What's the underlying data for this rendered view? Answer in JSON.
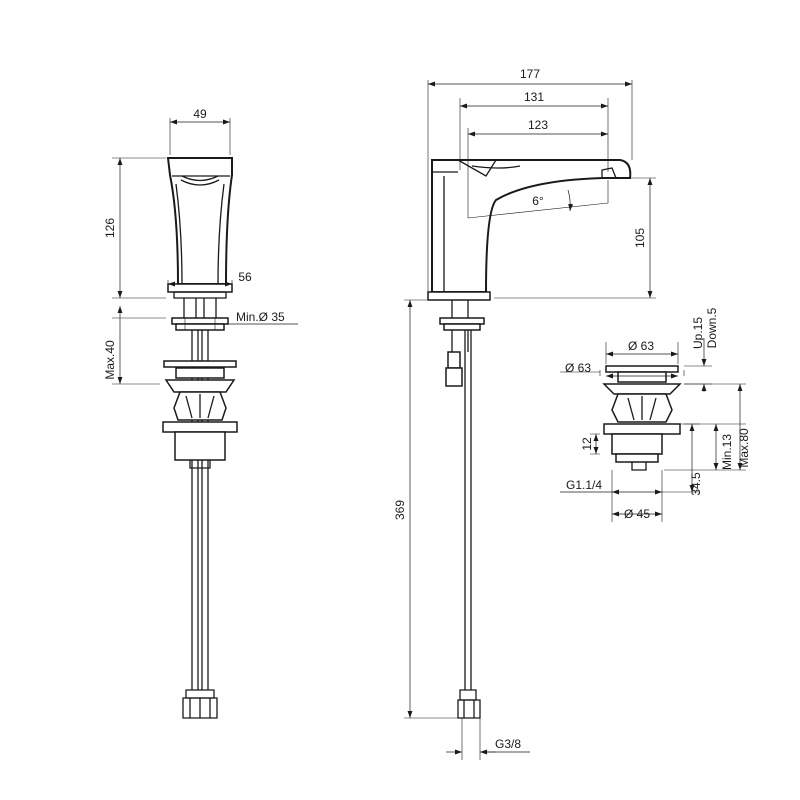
{
  "side_view": {
    "width_top": "49",
    "body_height": "126",
    "base_width": "56",
    "hole_min": "Min.Ø 35",
    "deck_max": "Max.40"
  },
  "front_view": {
    "overall_length": "177",
    "reach": "131",
    "spout_length": "123",
    "angle": "6°",
    "outlet_height": "105",
    "hose_length": "369",
    "hose_connection": "G3/8"
  },
  "waste_view": {
    "cap_diameter": "Ø 63",
    "flange_diameter": "Ø 63",
    "travel_up": "Up.15",
    "travel_down": "Down.5",
    "nut_height": "12",
    "thread": "G1.1/4",
    "tail_length": "34.5",
    "tail_diameter": "Ø 45",
    "deck_min": "Min.13",
    "deck_max": "Max.80"
  }
}
